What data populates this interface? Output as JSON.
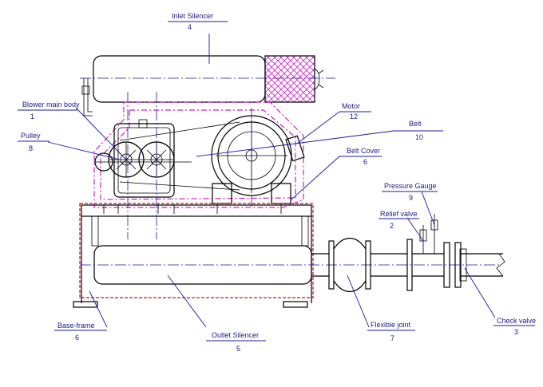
{
  "title": "",
  "labels": {
    "inlet_silencer": {
      "text": "Inlet Silencer",
      "num": "4"
    },
    "blower_main_body": {
      "text": "Blower main body",
      "num": "1"
    },
    "pulley": {
      "text": "Pulley",
      "num": "8"
    },
    "motor": {
      "text": "Motor",
      "num": "12"
    },
    "belt": {
      "text": "Belt",
      "num": "10"
    },
    "belt_cover": {
      "text": "Belt Cover",
      "num": "6"
    },
    "pressure_gauge": {
      "text": "Pressure Gauge",
      "num": "9"
    },
    "relief_valve": {
      "text": "Relief valve",
      "num": "2"
    },
    "base_frame": {
      "text": "Base-frame",
      "num": "6"
    },
    "outlet_silencer": {
      "text": "Outlet Silencer",
      "num": "5"
    },
    "flexible_joint": {
      "text": "Flexible joint",
      "num": "7"
    },
    "check_valve": {
      "text": "Check valve",
      "num": "3"
    }
  },
  "colors": {
    "leader": "#1a1aa8",
    "belt_cover_outline": "#d21fc8",
    "base_frame_outline": "#c81818",
    "filter_mesh": "#d21fc8"
  }
}
